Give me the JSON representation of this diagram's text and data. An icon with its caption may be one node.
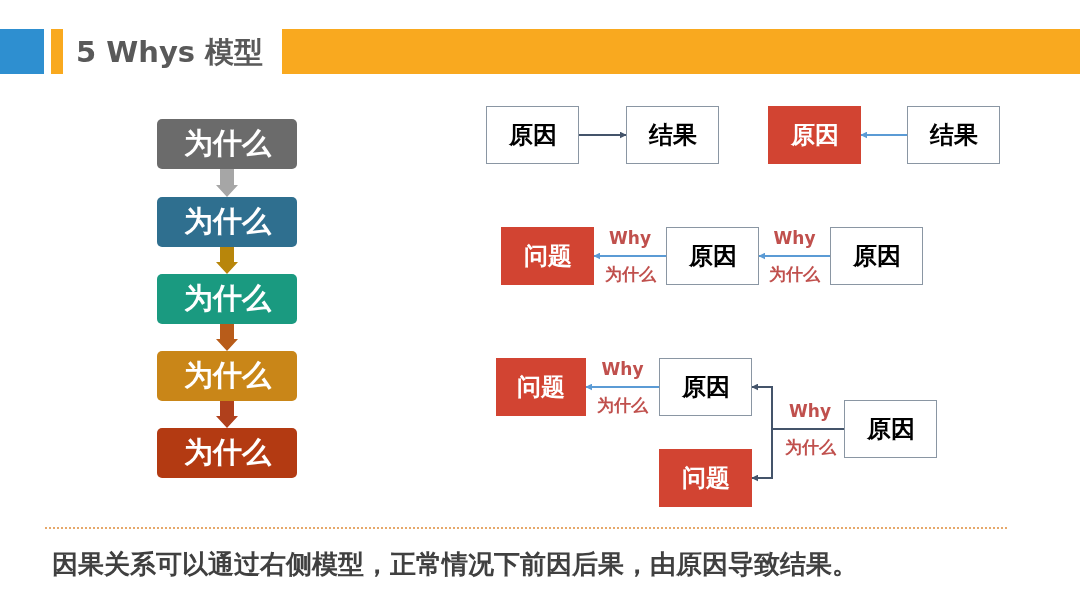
{
  "diagram": {
    "title": "5 Whys 模型",
    "caption": "因果关系可以通过右侧模型，正常情况下前因后果，由原因导致结果。",
    "nodes": [
      {
        "text": [
          "为什么"
        ]
      },
      {
        "text": [
          "为什么"
        ]
      },
      {
        "text": [
          "为什么"
        ]
      },
      {
        "text": [
          "为什么"
        ]
      },
      {
        "text": [
          "为什么"
        ]
      },
      {
        "text": [
          "原因"
        ]
      },
      {
        "text": [
          "结果"
        ]
      },
      {
        "text": [
          "原因"
        ]
      },
      {
        "text": [
          "结果"
        ]
      },
      {
        "text": [
          "问题"
        ]
      },
      {
        "text": [
          "原因"
        ]
      },
      {
        "text": [
          "原因"
        ]
      },
      {
        "text": [
          "问题"
        ]
      },
      {
        "text": [
          "原因"
        ]
      },
      {
        "text": [
          "问题"
        ]
      },
      {
        "text": [
          "原因"
        ]
      }
    ],
    "edges": [
      {
        "from": 0,
        "to": 1,
        "arrow": "to",
        "style": "thick",
        "color": "#a6a6a6"
      },
      {
        "from": 1,
        "to": 2,
        "arrow": "to",
        "style": "thick",
        "color": "#b8860b"
      },
      {
        "from": 2,
        "to": 3,
        "arrow": "to",
        "style": "thick",
        "color": "#b85c1a"
      },
      {
        "from": 3,
        "to": 4,
        "arrow": "to",
        "style": "thick",
        "color": "#b0401c"
      },
      {
        "from": 5,
        "to": 6,
        "arrow": "to",
        "color": "#44546a"
      },
      {
        "from": 8,
        "to": 7,
        "arrow": "to"
      },
      {
        "from": 11,
        "to": 10,
        "arrow": "to",
        "label": "Why 为什么"
      },
      {
        "from": 10,
        "to": 9,
        "arrow": "to",
        "label": "Why 为什么"
      },
      {
        "from": 13,
        "to": 12,
        "arrow": "to",
        "label": "Why 为什么"
      },
      {
        "from": 15,
        "to": 13,
        "arrow": "to",
        "label": "Why 为什么",
        "color": "#44546a"
      },
      {
        "from": 15,
        "to": 14,
        "arrow": "to",
        "color": "#44546a"
      }
    ]
  }
}
